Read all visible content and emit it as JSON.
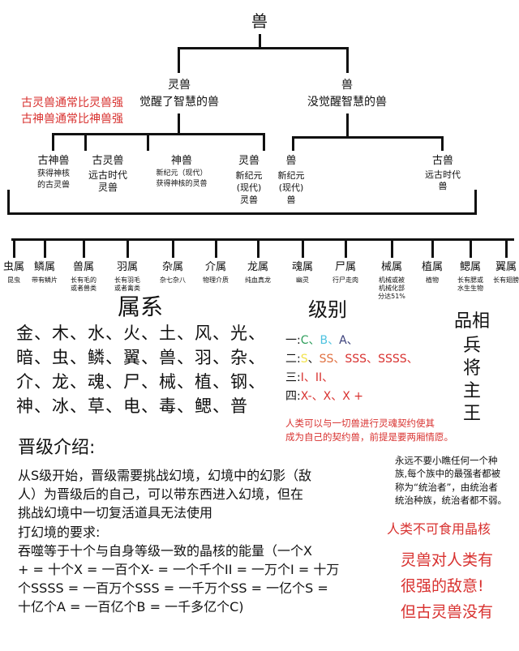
{
  "root": "兽",
  "level1": [
    {
      "name": "灵兽",
      "desc": "觉醒了智慧的兽"
    },
    {
      "name": "兽",
      "desc": "没觉醒智慧的兽"
    }
  ],
  "note_red": [
    "古灵兽通常比灵兽强",
    "古神兽通常比神兽强"
  ],
  "level2": [
    {
      "name": "古神兽",
      "desc": [
        "获得神核",
        "的古灵兽"
      ]
    },
    {
      "name": "古灵兽",
      "desc": [
        "远古时代",
        "灵兽"
      ]
    },
    {
      "name": "神兽",
      "desc": [
        "新纪元（现代）",
        "获得神核的灵兽"
      ]
    },
    {
      "name": "灵兽",
      "desc": [
        "新纪元",
        "(现代)",
        "灵兽"
      ]
    },
    {
      "name": "兽",
      "desc": [
        "新纪元",
        "(现代)",
        "兽"
      ]
    },
    {
      "name": "古兽",
      "desc": [
        "远古时代",
        "兽"
      ]
    }
  ],
  "categories": [
    {
      "name": "虫属",
      "desc": [
        "昆虫"
      ]
    },
    {
      "name": "鳞属",
      "desc": [
        "带有鳞片"
      ]
    },
    {
      "name": "兽属",
      "desc": [
        "长有毛的",
        "或者兽类"
      ]
    },
    {
      "name": "羽属",
      "desc": [
        "长有羽毛",
        "或者禽类"
      ]
    },
    {
      "name": "杂属",
      "desc": [
        "杂七杂八"
      ]
    },
    {
      "name": "介属",
      "desc": [
        "物理介质"
      ]
    },
    {
      "name": "龙属",
      "desc": [
        "纯血真龙"
      ]
    },
    {
      "name": "魂属",
      "desc": [
        "幽灵"
      ]
    },
    {
      "name": "尸属",
      "desc": [
        "行尸走肉"
      ]
    },
    {
      "name": "械属",
      "desc": [
        "机械或被",
        "机械化部",
        "分达51%"
      ]
    },
    {
      "name": "植属",
      "desc": [
        "植物"
      ]
    },
    {
      "name": "鳃属",
      "desc": [
        "长有腮或",
        "水生生物"
      ]
    },
    {
      "name": "翼属",
      "desc": [
        "长有翅膀"
      ]
    }
  ],
  "attributes": {
    "title": "属系",
    "rows": [
      "金、木、水、火、土、风、光、",
      "暗、虫、鳞、翼、兽、羽、杂、",
      "介、龙、魂、尸、械、植、钢、",
      "神、冰、草、电、毒、鳃、普"
    ]
  },
  "levels": {
    "title": "级别",
    "rows": [
      {
        "label": "一:",
        "items": [
          {
            "t": "C、",
            "color": "#2e9e5b"
          },
          {
            "t": "B、",
            "color": "#4fc3e0"
          },
          {
            "t": "A、",
            "color": "#3a3f7a"
          }
        ]
      },
      {
        "label": "二:",
        "items": [
          {
            "t": "S",
            "color": "#f2e24a"
          },
          {
            "t": "、",
            "color": "#111111"
          },
          {
            "t": "SS、",
            "color": "#e07040"
          },
          {
            "t": "SSS、",
            "color": "#d8312f"
          },
          {
            "t": "SSSS、",
            "color": "#d8312f"
          }
        ]
      },
      {
        "label": "三:",
        "items": [
          {
            "t": "I、II、",
            "color": "#d8312f"
          }
        ]
      },
      {
        "label": "四:",
        "items": [
          {
            "t": "X-、X、X +",
            "color": "#d8312f"
          }
        ]
      }
    ]
  },
  "ranks": {
    "title": "品相",
    "items": [
      "兵",
      "将",
      "主",
      "王"
    ]
  },
  "contract_note": [
    "人类可以与一切兽进行灵魂契约使其",
    "成为自己的契约兽，前提是要两厢情愿。"
  ],
  "promotion": {
    "title": "晋级介绍:",
    "lines": [
      "从S级开始，晋级需要挑战幻境，幻境中的幻影（敌",
      "人）为晋级后的自己，可以带东西进入幻境，但在",
      "挑战幻境中一切复活道具无法使用",
      "打幻境的要求:",
      "吞噬等于十个与自身等级一致的晶核的能量（一个X",
      "+ = 十个X = 一百个X- = 一个千个II = 一万个I = 十万",
      "个SSSS = 一百万个SSS = 一千万个SS = 一亿个S =",
      "十亿个A = 一百亿个B = 一千多亿个C)"
    ]
  },
  "ruler_note": [
    "永远不要小瞧任何一个种",
    "族,每个族中的最强者都被",
    "称为“统治者”，由统治者",
    "统治种族，统治者都不弱。"
  ],
  "red_notes": [
    "人类不可食用晶核",
    "灵兽对人类有",
    "很强的敌意!",
    "但古灵兽没有"
  ]
}
